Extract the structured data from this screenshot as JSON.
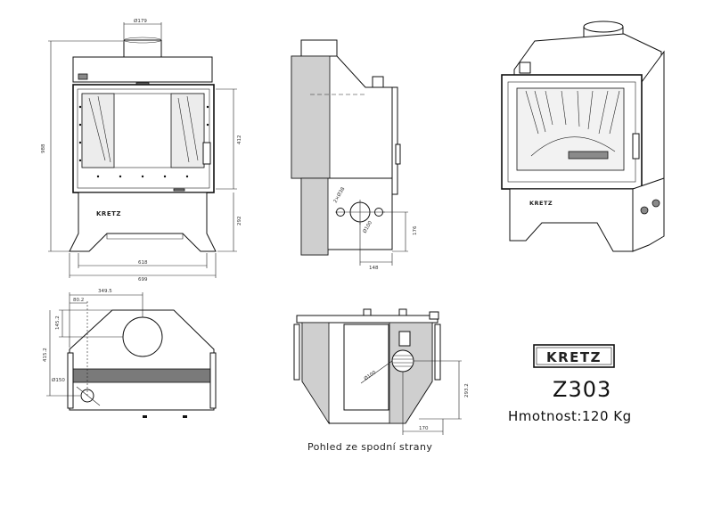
{
  "brand": {
    "logo_text": "KRETZ"
  },
  "model": "Z303",
  "weight": "Hmotnost:120 Kg",
  "bottom_view_caption": "Pohled ze spodní strany",
  "front_view": {
    "flue_diameter": "Ø179",
    "height_total": "988",
    "height_door": "412",
    "height_base": "292",
    "width_door": "618",
    "width_total": "699",
    "base_logo": "KRETZ"
  },
  "side_view": {
    "hole_diameter": "Ø100",
    "hole_spacing": "2×Ø38",
    "height_hole": "176",
    "width_hole": "148"
  },
  "top_view": {
    "width_a": "349.5",
    "width_b": "80.2",
    "depth_a": "145.2",
    "depth_b": "415.2",
    "hole_diameter": "Ø150"
  },
  "bottom_view": {
    "hole_diameter": "Ø100",
    "offset_width": "170",
    "offset_depth": "293.2"
  },
  "colors": {
    "line": "#111111",
    "fill_grey": "#cfcfcf",
    "fill_dark": "#8a8a8a"
  }
}
